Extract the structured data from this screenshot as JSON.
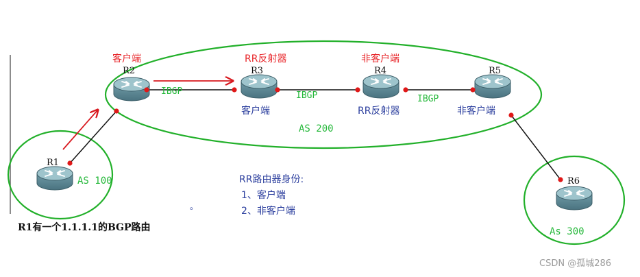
{
  "colors": {
    "boundary": "#22b02a",
    "role_label": "#e8262a",
    "link_label": "#25b83a",
    "blue_text": "#2c3f9e",
    "black_text": "#111111",
    "link": "#111111",
    "port": "#e01818",
    "arrow": "#d8181e",
    "router_body": "#5f8a96",
    "router_top": "#9ec4cc",
    "watermark": "#9a9a9a"
  },
  "routers": [
    {
      "id": "R1",
      "name": "R1"
    },
    {
      "id": "R2",
      "name": "R2",
      "role": "客户端"
    },
    {
      "id": "R3",
      "name": "R3",
      "role": "RR反射器",
      "sub": "客户端"
    },
    {
      "id": "R4",
      "name": "R4",
      "role": "非客户端",
      "sub": "RR反射器"
    },
    {
      "id": "R5",
      "name": "R5",
      "sub": "非客户端"
    },
    {
      "id": "R6",
      "name": "R6"
    }
  ],
  "links": [
    {
      "from": "R1",
      "to": "R2"
    },
    {
      "from": "R2",
      "to": "R3",
      "label": "IBGP"
    },
    {
      "from": "R3",
      "to": "R4",
      "label": "IBGP"
    },
    {
      "from": "R4",
      "to": "R5",
      "label": "IBGP"
    },
    {
      "from": "R5",
      "to": "R6"
    }
  ],
  "as_labels": {
    "as100": "AS 100",
    "as200": "AS 200",
    "as300": "As 300"
  },
  "note": {
    "title": "RR路由器身份:",
    "item1": "1、客户端",
    "item2": "2、非客户端"
  },
  "dot": "。",
  "route_note": "R1有一个1.1.1.1的BGP路由",
  "watermark": "CSDN @孤城286"
}
